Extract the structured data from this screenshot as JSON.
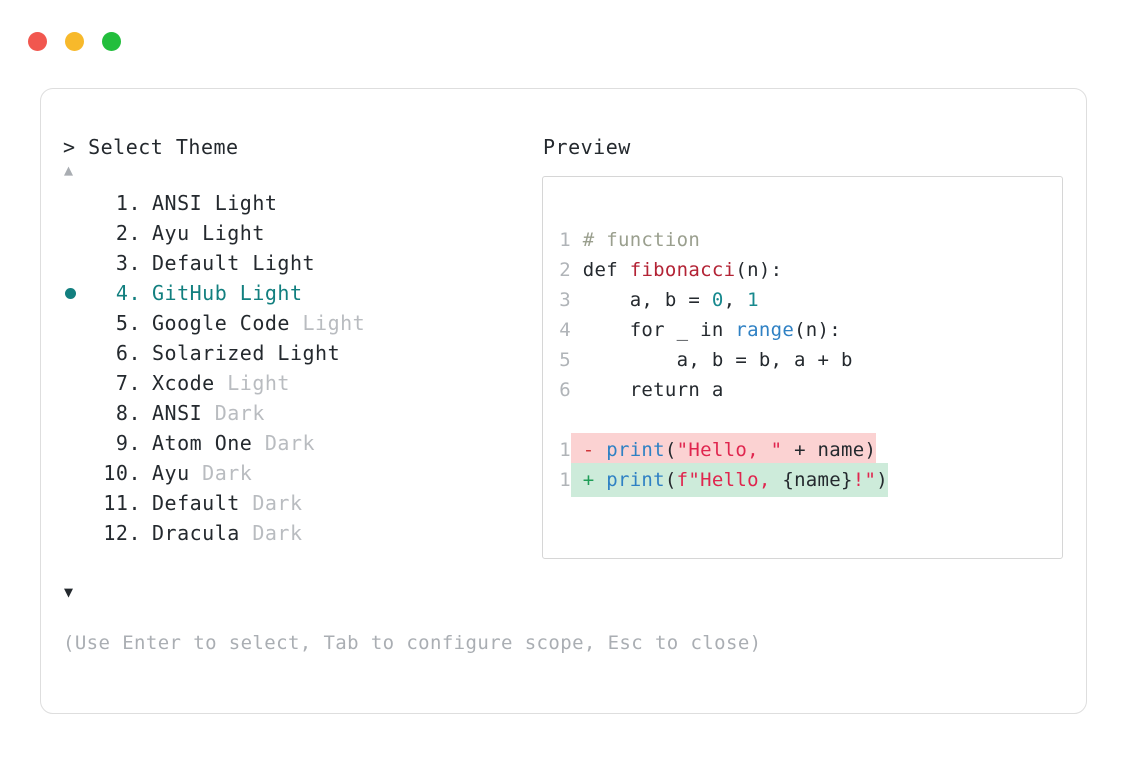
{
  "window": {
    "dots": [
      {
        "name": "close-dot",
        "color": "#f1574f"
      },
      {
        "name": "minimize-dot",
        "color": "#f7b92b"
      },
      {
        "name": "maximize-dot",
        "color": "#22be3c"
      }
    ]
  },
  "picker": {
    "prompt": "> Select Theme",
    "scroll_up": "▲",
    "scroll_down": "▼",
    "selected_index": 4,
    "accent_color": "#127f7f",
    "items": [
      {
        "num": "1.",
        "name": "ANSI",
        "variant": " Light",
        "variant_muted": false,
        "selected": false
      },
      {
        "num": "2.",
        "name": "Ayu",
        "variant": " Light",
        "variant_muted": false,
        "selected": false
      },
      {
        "num": "3.",
        "name": "Default",
        "variant": " Light",
        "variant_muted": false,
        "selected": false
      },
      {
        "num": "4.",
        "name": "GitHub",
        "variant": " Light",
        "variant_muted": false,
        "selected": true
      },
      {
        "num": "5.",
        "name": "Google Code",
        "variant": " Light",
        "variant_muted": true,
        "selected": false
      },
      {
        "num": "6.",
        "name": "Solarized",
        "variant": " Light",
        "variant_muted": false,
        "selected": false
      },
      {
        "num": "7.",
        "name": "Xcode",
        "variant": " Light",
        "variant_muted": true,
        "selected": false
      },
      {
        "num": "8.",
        "name": "ANSI",
        "variant": " Dark",
        "variant_muted": true,
        "selected": false
      },
      {
        "num": "9.",
        "name": "Atom One",
        "variant": " Dark",
        "variant_muted": true,
        "selected": false
      },
      {
        "num": "10.",
        "name": "Ayu",
        "variant": " Dark",
        "variant_muted": true,
        "selected": false
      },
      {
        "num": "11.",
        "name": "Default",
        "variant": " Dark",
        "variant_muted": true,
        "selected": false
      },
      {
        "num": "12.",
        "name": "Dracula",
        "variant": " Dark",
        "variant_muted": true,
        "selected": false
      }
    ],
    "hint": "(Use Enter to select, Tab to configure scope, Esc to close)"
  },
  "preview": {
    "label": "Preview",
    "code_lines": [
      {
        "n": "1",
        "segments": [
          {
            "t": " # function",
            "c": "comment"
          }
        ]
      },
      {
        "n": "2",
        "segments": [
          {
            "t": " def ",
            "c": "kw"
          },
          {
            "t": "fibonacci",
            "c": "fn"
          },
          {
            "t": "(n):",
            "c": "plain"
          }
        ]
      },
      {
        "n": "3",
        "segments": [
          {
            "t": "     a, b = ",
            "c": "plain"
          },
          {
            "t": "0",
            "c": "num"
          },
          {
            "t": ", ",
            "c": "plain"
          },
          {
            "t": "1",
            "c": "num"
          }
        ]
      },
      {
        "n": "4",
        "segments": [
          {
            "t": "     for _ in ",
            "c": "plain"
          },
          {
            "t": "range",
            "c": "builtin"
          },
          {
            "t": "(n):",
            "c": "plain"
          }
        ]
      },
      {
        "n": "5",
        "segments": [
          {
            "t": "         a, b = b, a + b",
            "c": "plain"
          }
        ]
      },
      {
        "n": "6",
        "segments": [
          {
            "t": "     return a",
            "c": "plain"
          }
        ]
      }
    ],
    "diff_lines": [
      {
        "n": "1",
        "kind": "del",
        "marker": "-",
        "segments": [
          {
            "t": "print",
            "c": "call"
          },
          {
            "t": "(",
            "c": "plain"
          },
          {
            "t": "\"Hello, \"",
            "c": "str"
          },
          {
            "t": " + name)",
            "c": "plain"
          }
        ]
      },
      {
        "n": "1",
        "kind": "add",
        "marker": "+",
        "segments": [
          {
            "t": "print",
            "c": "call"
          },
          {
            "t": "(",
            "c": "plain"
          },
          {
            "t": "f\"Hello, ",
            "c": "str"
          },
          {
            "t": "{name}",
            "c": "plain"
          },
          {
            "t": "!\"",
            "c": "str"
          },
          {
            "t": ")",
            "c": "plain"
          }
        ]
      }
    ]
  }
}
